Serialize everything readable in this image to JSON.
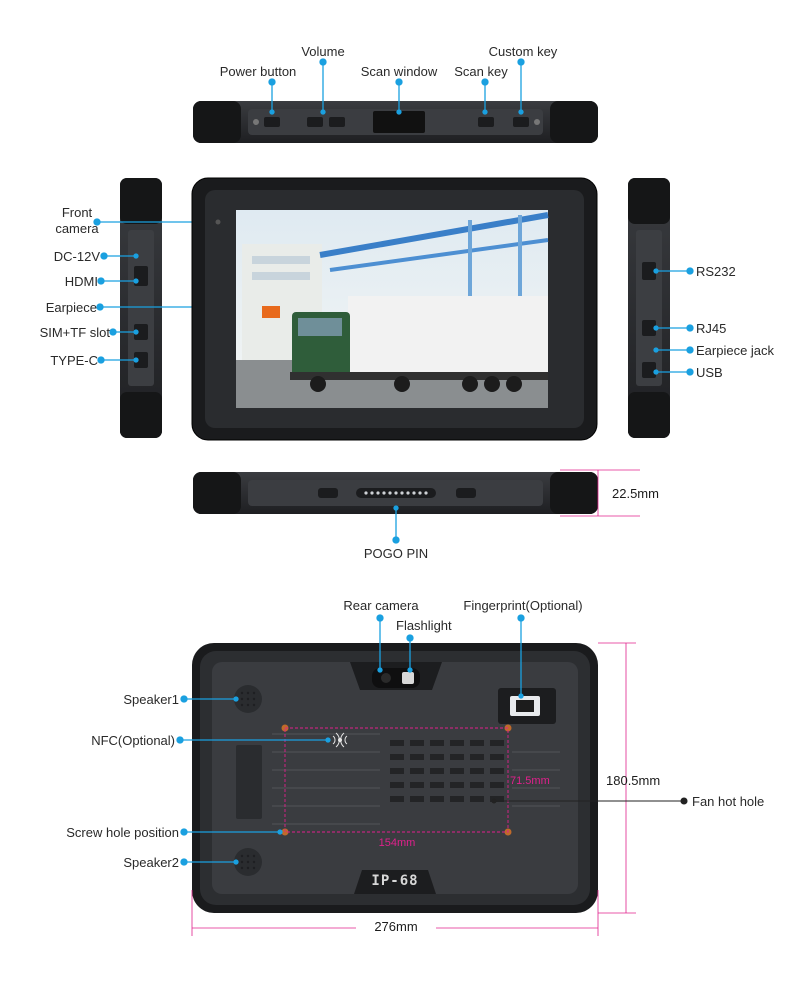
{
  "top_view": {
    "volume": "Volume",
    "custom_key": "Custom key",
    "power_button": "Power button",
    "scan_window": "Scan window",
    "scan_key": "Scan key"
  },
  "left_side": {
    "front_camera": "Front camera",
    "dc": "DC-12V",
    "hdmi": "HDMI",
    "earpiece": "Earpiece",
    "sim": "SIM+TF slot",
    "typec": "TYPE-C"
  },
  "right_side": {
    "rs232": "RS232",
    "rj45": "RJ45",
    "earpiece_jack": "Earpiece jack",
    "usb": "USB"
  },
  "bottom_view": {
    "thickness": "22.5mm",
    "pogo": "POGO PIN"
  },
  "back_view": {
    "rear_camera": "Rear camera",
    "flashlight": "Flashlight",
    "fingerprint": "Fingerprint(Optional)",
    "speaker1": "Speaker1",
    "nfc": "NFC(Optional)",
    "screw": "Screw hole position",
    "speaker2": "Speaker2",
    "fan": "Fan hot hole",
    "height": "180.5mm",
    "width": "276mm",
    "inner_h": "71.5mm",
    "inner_w": "154mm",
    "ip": "IP-68"
  },
  "colors": {
    "accent": "#1aa0e0",
    "dimension": "#e0208c",
    "body": "#2b2d30"
  }
}
